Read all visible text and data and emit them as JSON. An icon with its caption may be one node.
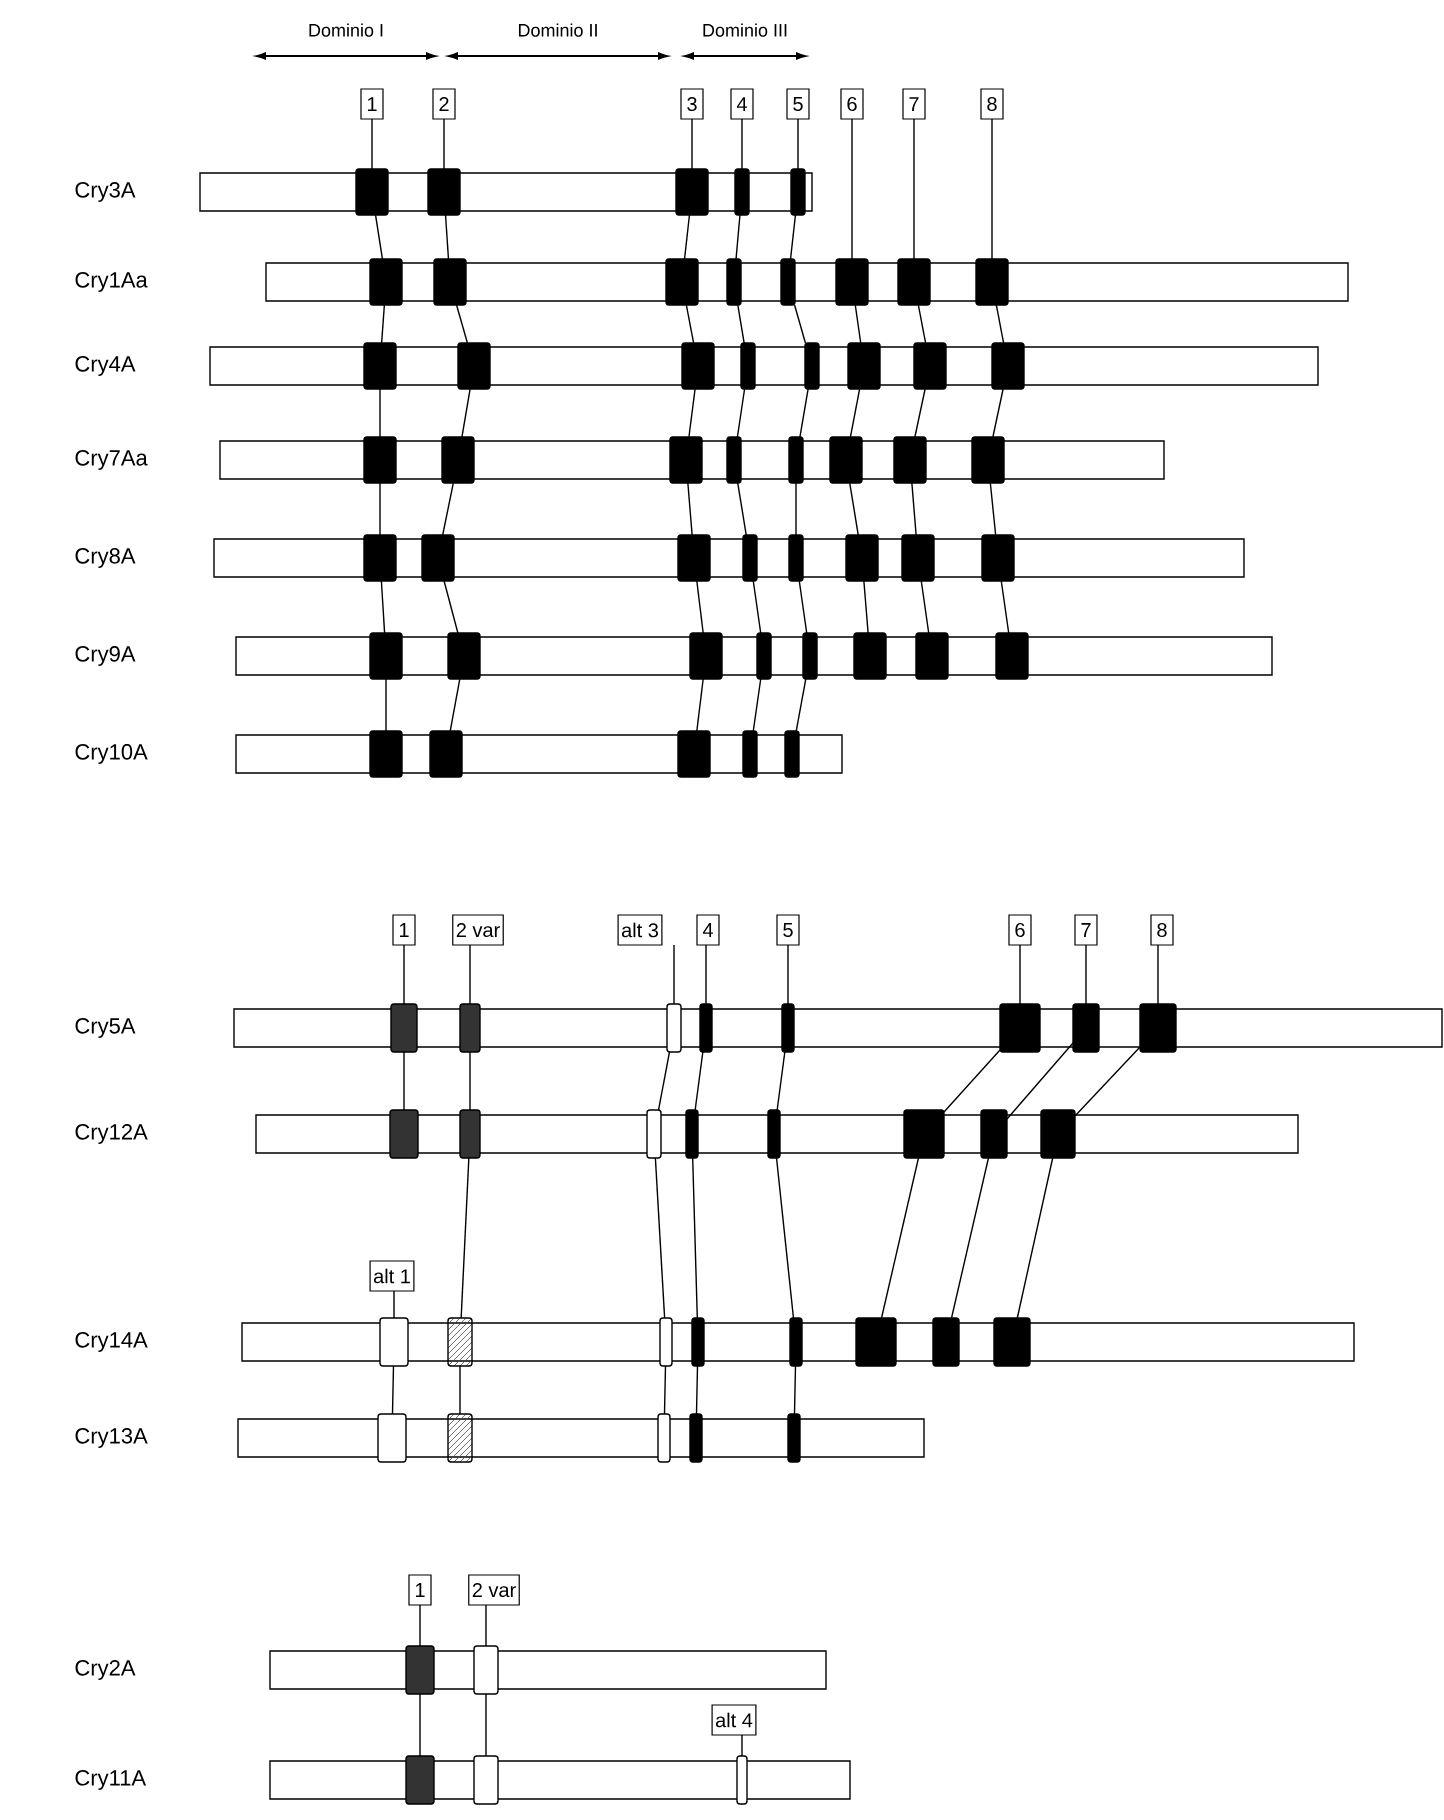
{
  "diagram": {
    "nodes": [
      {
        "text": [
          "1"
        ]
      },
      {
        "text": [
          "2"
        ]
      },
      {
        "text": [
          "3"
        ]
      },
      {
        "text": [
          "4"
        ]
      },
      {
        "text": [
          "5"
        ]
      },
      {
        "text": [
          "6"
        ]
      },
      {
        "text": [
          "7"
        ]
      },
      {
        "text": [
          "8"
        ]
      },
      {
        "text": [],
        "shape": "bar"
      },
      {
        "text": [],
        "shape": "box",
        "in": 8
      },
      {
        "text": [],
        "shape": "box",
        "in": 8
      },
      {
        "text": [],
        "shape": "box",
        "in": 8
      },
      {
        "text": [],
        "shape": "box",
        "in": 8
      },
      {
        "text": [],
        "shape": "box",
        "in": 8
      },
      {
        "text": [],
        "shape": "bar"
      },
      {
        "text": [],
        "shape": "box",
        "in": 14
      },
      {
        "text": [],
        "shape": "box",
        "in": 14
      },
      {
        "text": [],
        "shape": "box",
        "in": 14
      },
      {
        "text": [],
        "shape": "box",
        "in": 14
      },
      {
        "text": [],
        "shape": "box",
        "in": 14
      },
      {
        "text": [],
        "shape": "box",
        "in": 14
      },
      {
        "text": [],
        "shape": "box",
        "in": 14
      },
      {
        "text": [],
        "shape": "box",
        "in": 14
      },
      {
        "text": [],
        "shape": "bar"
      },
      {
        "text": [],
        "shape": "box",
        "in": 23
      },
      {
        "text": [],
        "shape": "box",
        "in": 23
      },
      {
        "text": [],
        "shape": "box",
        "in": 23
      },
      {
        "text": [],
        "shape": "box",
        "in": 23
      },
      {
        "text": [],
        "shape": "box",
        "in": 23
      },
      {
        "text": [],
        "shape": "box",
        "in": 23
      },
      {
        "text": [],
        "shape": "box",
        "in": 23
      },
      {
        "text": [],
        "shape": "box",
        "in": 23
      },
      {
        "text": [],
        "shape": "bar"
      },
      {
        "text": [],
        "shape": "box",
        "in": 32
      },
      {
        "text": [],
        "shape": "box",
        "in": 32
      },
      {
        "text": [],
        "shape": "box",
        "in": 32
      },
      {
        "text": [],
        "shape": "box",
        "in": 32
      },
      {
        "text": [],
        "shape": "box",
        "in": 32
      },
      {
        "text": [],
        "shape": "box",
        "in": 32
      },
      {
        "text": [],
        "shape": "box",
        "in": 32
      },
      {
        "text": [],
        "shape": "box",
        "in": 32
      },
      {
        "text": [],
        "shape": "bar"
      },
      {
        "text": [],
        "shape": "box",
        "in": 41
      },
      {
        "text": [],
        "shape": "box",
        "in": 41
      },
      {
        "text": [],
        "shape": "box",
        "in": 41
      },
      {
        "text": [],
        "shape": "box",
        "in": 41
      },
      {
        "text": [],
        "shape": "box",
        "in": 41
      },
      {
        "text": [],
        "shape": "box",
        "in": 41
      },
      {
        "text": [],
        "shape": "box",
        "in": 41
      },
      {
        "text": [],
        "shape": "box",
        "in": 41
      },
      {
        "text": [],
        "shape": "bar"
      },
      {
        "text": [],
        "shape": "box",
        "in": 50
      },
      {
        "text": [],
        "shape": "box",
        "in": 50
      },
      {
        "text": [],
        "shape": "box",
        "in": 50
      },
      {
        "text": [],
        "shape": "box",
        "in": 50
      },
      {
        "text": [],
        "shape": "box",
        "in": 50
      },
      {
        "text": [],
        "shape": "box",
        "in": 50
      },
      {
        "text": [],
        "shape": "box",
        "in": 50
      },
      {
        "text": [],
        "shape": "box",
        "in": 50
      },
      {
        "text": [],
        "shape": "bar"
      },
      {
        "text": [],
        "shape": "box",
        "in": 59
      },
      {
        "text": [],
        "shape": "box",
        "in": 59
      },
      {
        "text": [],
        "shape": "box",
        "in": 59
      },
      {
        "text": [],
        "shape": "box",
        "in": 59
      },
      {
        "text": [],
        "shape": "box",
        "in": 59
      },
      {
        "text": [
          "1"
        ]
      },
      {
        "text": [
          "2 var"
        ]
      },
      {
        "text": [
          "alt 3"
        ]
      },
      {
        "text": [
          "4"
        ]
      },
      {
        "text": [
          "5"
        ]
      },
      {
        "text": [
          "6"
        ]
      },
      {
        "text": [
          "7"
        ]
      },
      {
        "text": [
          "8"
        ]
      },
      {
        "text": [],
        "shape": "bar"
      },
      {
        "text": [],
        "shape": "box",
        "in": 73
      },
      {
        "text": [],
        "shape": "box",
        "in": 73
      },
      {
        "text": [],
        "shape": "box",
        "in": 73
      },
      {
        "text": [],
        "shape": "box",
        "in": 73
      },
      {
        "text": [],
        "shape": "box",
        "in": 73
      },
      {
        "text": [],
        "shape": "box",
        "in": 73
      },
      {
        "text": [],
        "shape": "box",
        "in": 73
      },
      {
        "text": [],
        "shape": "box",
        "in": 73
      },
      {
        "text": [],
        "shape": "bar"
      },
      {
        "text": [],
        "shape": "box",
        "in": 82
      },
      {
        "text": [],
        "shape": "box",
        "in": 82
      },
      {
        "text": [],
        "shape": "box",
        "in": 82
      },
      {
        "text": [],
        "shape": "box",
        "in": 82
      },
      {
        "text": [],
        "shape": "box",
        "in": 82
      },
      {
        "text": [],
        "shape": "box",
        "in": 82
      },
      {
        "text": [],
        "shape": "box",
        "in": 82
      },
      {
        "text": [],
        "shape": "box",
        "in": 82
      },
      {
        "text": [
          "alt 1"
        ]
      },
      {
        "text": [],
        "shape": "bar"
      },
      {
        "text": [],
        "shape": "box",
        "in": 92
      },
      {
        "text": [],
        "shape": "box",
        "in": 92
      },
      {
        "text": [],
        "shape": "box",
        "in": 92
      },
      {
        "text": [],
        "shape": "box",
        "in": 92
      },
      {
        "text": [],
        "shape": "box",
        "in": 92
      },
      {
        "text": [],
        "shape": "box",
        "in": 92
      },
      {
        "text": [],
        "shape": "box",
        "in": 92
      },
      {
        "text": [],
        "shape": "box",
        "in": 92
      },
      {
        "text": [],
        "shape": "bar"
      },
      {
        "text": [],
        "shape": "box",
        "in": 101
      },
      {
        "text": [],
        "shape": "box",
        "in": 101
      },
      {
        "text": [],
        "shape": "box",
        "in": 101
      },
      {
        "text": [],
        "shape": "box",
        "in": 101
      },
      {
        "text": [],
        "shape": "box",
        "in": 101
      },
      {
        "text": [
          "1"
        ]
      },
      {
        "text": [
          "2 var"
        ]
      },
      {
        "text": [],
        "shape": "bar"
      },
      {
        "text": [],
        "shape": "box",
        "in": 109
      },
      {
        "text": [],
        "shape": "box",
        "in": 109
      },
      {
        "text": [
          "alt 4"
        ]
      },
      {
        "text": [],
        "shape": "bar"
      },
      {
        "text": [],
        "shape": "box",
        "in": 113
      },
      {
        "text": [],
        "shape": "box",
        "in": 113
      },
      {
        "text": [],
        "shape": "box",
        "in": 113
      }
    ],
    "edges": [
      {
        "from": 0,
        "to": 9,
        "arrow": "none"
      },
      {
        "from": 1,
        "to": 10,
        "arrow": "none"
      },
      {
        "from": 2,
        "to": 11,
        "arrow": "none"
      },
      {
        "from": 3,
        "to": 12,
        "arrow": "none"
      },
      {
        "from": 4,
        "to": 13,
        "arrow": "none"
      },
      {
        "from": 5,
        "to": 20,
        "arrow": "none"
      },
      {
        "from": 6,
        "to": 21,
        "arrow": "none"
      },
      {
        "from": 7,
        "to": 22,
        "arrow": "none"
      },
      {
        "from": 9,
        "to": 15,
        "arrow": "none"
      },
      {
        "from": 10,
        "to": 16,
        "arrow": "none"
      },
      {
        "from": 11,
        "to": 17,
        "arrow": "none"
      },
      {
        "from": 12,
        "to": 18,
        "arrow": "none"
      },
      {
        "from": 13,
        "to": 19,
        "arrow": "none"
      },
      {
        "from": 15,
        "to": 24,
        "arrow": "none"
      },
      {
        "from": 16,
        "to": 25,
        "arrow": "none"
      },
      {
        "from": 17,
        "to": 26,
        "arrow": "none"
      },
      {
        "from": 18,
        "to": 27,
        "arrow": "none"
      },
      {
        "from": 19,
        "to": 28,
        "arrow": "none"
      },
      {
        "from": 20,
        "to": 29,
        "arrow": "none"
      },
      {
        "from": 21,
        "to": 30,
        "arrow": "none"
      },
      {
        "from": 22,
        "to": 31,
        "arrow": "none"
      },
      {
        "from": 24,
        "to": 33,
        "arrow": "none"
      },
      {
        "from": 25,
        "to": 34,
        "arrow": "none"
      },
      {
        "from": 26,
        "to": 35,
        "arrow": "none"
      },
      {
        "from": 27,
        "to": 36,
        "arrow": "none"
      },
      {
        "from": 28,
        "to": 37,
        "arrow": "none"
      },
      {
        "from": 29,
        "to": 38,
        "arrow": "none"
      },
      {
        "from": 30,
        "to": 39,
        "arrow": "none"
      },
      {
        "from": 31,
        "to": 40,
        "arrow": "none"
      },
      {
        "from": 33,
        "to": 42,
        "arrow": "none"
      },
      {
        "from": 34,
        "to": 43,
        "arrow": "none"
      },
      {
        "from": 35,
        "to": 44,
        "arrow": "none"
      },
      {
        "from": 36,
        "to": 45,
        "arrow": "none"
      },
      {
        "from": 37,
        "to": 46,
        "arrow": "none"
      },
      {
        "from": 38,
        "to": 47,
        "arrow": "none"
      },
      {
        "from": 39,
        "to": 48,
        "arrow": "none"
      },
      {
        "from": 40,
        "to": 49,
        "arrow": "none"
      },
      {
        "from": 42,
        "to": 51,
        "arrow": "none"
      },
      {
        "from": 43,
        "to": 52,
        "arrow": "none"
      },
      {
        "from": 44,
        "to": 53,
        "arrow": "none"
      },
      {
        "from": 45,
        "to": 54,
        "arrow": "none"
      },
      {
        "from": 46,
        "to": 55,
        "arrow": "none"
      },
      {
        "from": 47,
        "to": 56,
        "arrow": "none"
      },
      {
        "from": 48,
        "to": 57,
        "arrow": "none"
      },
      {
        "from": 49,
        "to": 58,
        "arrow": "none"
      },
      {
        "from": 51,
        "to": 60,
        "arrow": "none"
      },
      {
        "from": 52,
        "to": 61,
        "arrow": "none"
      },
      {
        "from": 53,
        "to": 62,
        "arrow": "none"
      },
      {
        "from": 54,
        "to": 63,
        "arrow": "none"
      },
      {
        "from": 55,
        "to": 64,
        "arrow": "none"
      },
      {
        "from": 65,
        "to": 74,
        "arrow": "none"
      },
      {
        "from": 66,
        "to": 75,
        "arrow": "none"
      },
      {
        "from": 67,
        "to": 76,
        "arrow": "none"
      },
      {
        "from": 68,
        "to": 77,
        "arrow": "none"
      },
      {
        "from": 69,
        "to": 78,
        "arrow": "none"
      },
      {
        "from": 70,
        "to": 79,
        "arrow": "none"
      },
      {
        "from": 71,
        "to": 80,
        "arrow": "none"
      },
      {
        "from": 72,
        "to": 81,
        "arrow": "none"
      },
      {
        "from": 74,
        "to": 83,
        "arrow": "none"
      },
      {
        "from": 75,
        "to": 84,
        "arrow": "none"
      },
      {
        "from": 76,
        "to": 85,
        "arrow": "none"
      },
      {
        "from": 77,
        "to": 86,
        "arrow": "none"
      },
      {
        "from": 78,
        "to": 87,
        "arrow": "none"
      },
      {
        "from": 79,
        "to": 88,
        "arrow": "none"
      },
      {
        "from": 80,
        "to": 89,
        "arrow": "none"
      },
      {
        "from": 81,
        "to": 90,
        "arrow": "none"
      },
      {
        "from": 84,
        "to": 94,
        "arrow": "none"
      },
      {
        "from": 85,
        "to": 95,
        "arrow": "none"
      },
      {
        "from": 86,
        "to": 96,
        "arrow": "none"
      },
      {
        "from": 87,
        "to": 97,
        "arrow": "none"
      },
      {
        "from": 88,
        "to": 98,
        "arrow": "none"
      },
      {
        "from": 89,
        "to": 99,
        "arrow": "none"
      },
      {
        "from": 90,
        "to": 100,
        "arrow": "none"
      },
      {
        "from": 91,
        "to": 93,
        "arrow": "none"
      },
      {
        "from": 93,
        "to": 102,
        "arrow": "none"
      },
      {
        "from": 94,
        "to": 103,
        "arrow": "none"
      },
      {
        "from": 95,
        "to": 104,
        "arrow": "none"
      },
      {
        "from": 96,
        "to": 105,
        "arrow": "none"
      },
      {
        "from": 97,
        "to": 106,
        "arrow": "none"
      },
      {
        "from": 107,
        "to": 110,
        "arrow": "none"
      },
      {
        "from": 108,
        "to": 111,
        "arrow": "none"
      },
      {
        "from": 110,
        "to": 114,
        "arrow": "none"
      },
      {
        "from": 111,
        "to": 115,
        "arrow": "none"
      },
      {
        "from": 112,
        "to": 116,
        "arrow": "none"
      }
    ],
    "labels": [
      "Dominio I",
      "Dominio II",
      "Dominio III",
      "Cry3A",
      "Cry1Aa",
      "Cry4A",
      "Cry7Aa",
      "Cry8A",
      "Cry9A",
      "Cry10A",
      "Cry5A",
      "Cry12A",
      "Cry14A",
      "Cry13A",
      "Cry2A",
      "Cry11A"
    ]
  }
}
